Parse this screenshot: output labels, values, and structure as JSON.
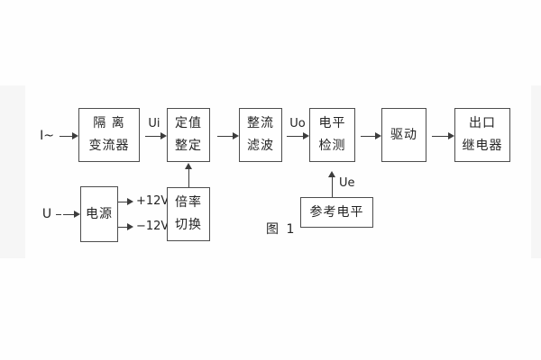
{
  "figure": {
    "caption": "图 1",
    "inputs": {
      "current": "I~",
      "voltage": "U"
    },
    "signal_labels": {
      "ui": "Ui",
      "uo": "Uo",
      "ue": "Ue",
      "plus_12v": "+12V",
      "minus_12v": "−12V"
    },
    "blocks": [
      {
        "name": "isolation-transformer",
        "lines": [
          "隔 离",
          "变流器"
        ]
      },
      {
        "name": "setpoint-adjust",
        "lines": [
          "定值",
          "整定"
        ]
      },
      {
        "name": "rectify-filter",
        "lines": [
          "整流",
          "滤波"
        ]
      },
      {
        "name": "level-detect",
        "lines": [
          "电平",
          "检测"
        ]
      },
      {
        "name": "drive",
        "lines": [
          "驱动"
        ]
      },
      {
        "name": "output-relay",
        "lines": [
          "出口",
          "继电器"
        ]
      },
      {
        "name": "power-supply",
        "lines": [
          "电源"
        ]
      },
      {
        "name": "ratio-switch",
        "lines": [
          "倍率",
          "切换"
        ]
      },
      {
        "name": "reference-level",
        "lines": [
          "参考电平"
        ]
      }
    ],
    "colors": {
      "line": "#3c3c3c",
      "box_border": "#4d4d4d",
      "text": "#242424",
      "background": "#ffffff"
    }
  }
}
